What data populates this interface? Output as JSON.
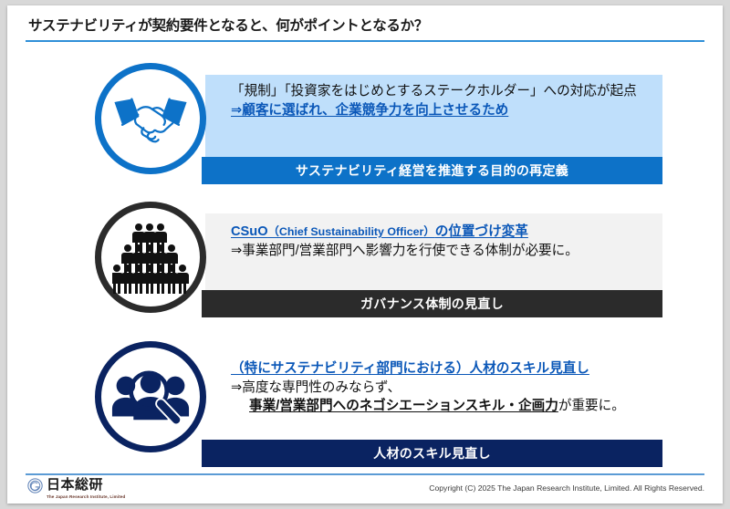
{
  "slide": {
    "title": "サステナビリティが契約要件となると、何がポイントとなるか？"
  },
  "blocks": [
    {
      "icon": "handshake-icon",
      "accent_color": "#0d72c8",
      "panel_color": "#bfdffb",
      "lines": [
        {
          "text": "「規制」「投資家をはじめとするステークホルダー」への対応が起点",
          "style": "plain"
        },
        {
          "text": "⇒顧客に選ばれ、企業競争力を向上させるため",
          "style": "head"
        }
      ],
      "banner_label": "サステナビリティ経営を推進する目的の再定義"
    },
    {
      "icon": "people-pyramid-icon",
      "accent_color": "#2b2b2b",
      "panel_color": "#f2f2f2",
      "lines": [
        {
          "text": "CSuO（Chief Sustainability Officer）の位置づけ変革",
          "style": "head-mixed"
        },
        {
          "text": "⇒事業部門/営業部門へ影響力を行使できる体制が必要に。",
          "style": "plain"
        }
      ],
      "banner_label": "ガバナンス体制の見直し"
    },
    {
      "icon": "people-search-icon",
      "accent_color": "#0a2361",
      "panel_color": "#ffffff",
      "lines": [
        {
          "text": "（特にサステナビリティ部門における）人材のスキル見直し",
          "style": "head"
        },
        {
          "text": "⇒高度な専門性のみならず、",
          "style": "plain"
        },
        {
          "text": "事業/営業部門へのネゴシエーションスキル・企画力が重要に。",
          "style": "plain-mixed"
        }
      ],
      "banner_label": "人材のスキル見直し"
    }
  ],
  "block2_head": {
    "part1": "CSuO",
    "part2": "（Chief Sustainability Officer）",
    "part3": "の位置づけ変革"
  },
  "block3_line3": {
    "emphasis": "事業/営業部門へのネゴシエーションスキル・企画力",
    "tail": "が重要に。"
  },
  "footer": {
    "logo_jp": "日本総研",
    "logo_en": "The Japan Research Institute, Limited",
    "copyright": "Copyright (C) 2025 The Japan Research Institute, Limited. All Rights Reserved."
  }
}
